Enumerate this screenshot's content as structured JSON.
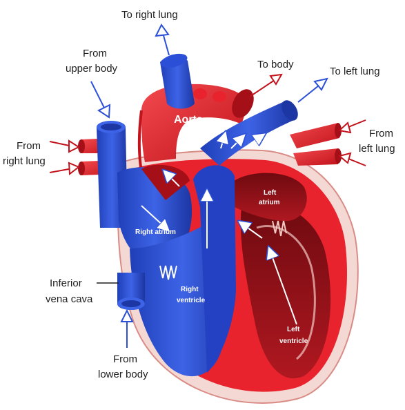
{
  "labels": {
    "to_right_lung": "To right lung",
    "from_upper_body": [
      "From",
      "upper body"
    ],
    "to_body": "To body",
    "to_left_lung": "To left lung",
    "from_left_lung": [
      "From",
      "left lung"
    ],
    "from_right_lung": [
      "From",
      "right lung"
    ],
    "aorta": "Aorta",
    "left_atrium": [
      "Left",
      "atrium"
    ],
    "right_atrium": "Right atrium",
    "right_ventricle": [
      "Right",
      "ventricle"
    ],
    "inferior_vena_cava": [
      "Inferior",
      "vena cava"
    ],
    "left_ventricle": [
      "Left",
      "ventricle"
    ],
    "from_lower_body": [
      "From",
      "lower body"
    ]
  },
  "colors": {
    "oxygenated": "#e8232d",
    "deoxygenated": "#2b4fd6",
    "dark_red": "#8c0d14",
    "wall": "#f2c9c4"
  }
}
